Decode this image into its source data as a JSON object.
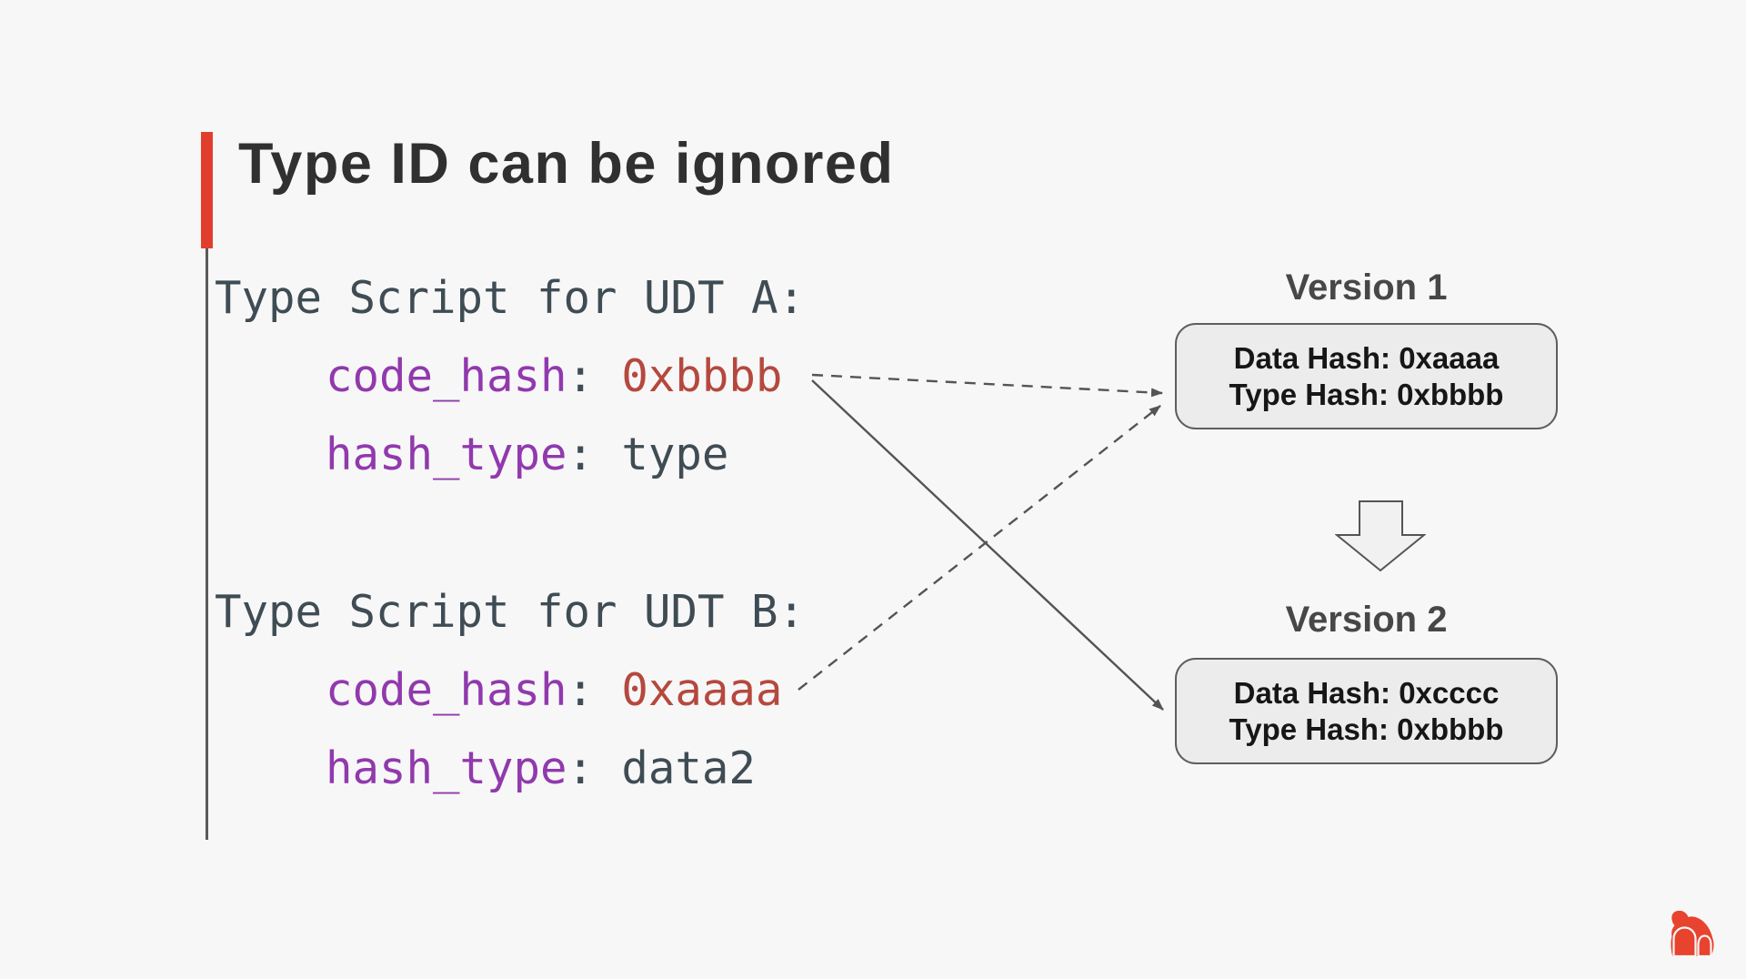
{
  "slide": {
    "title": "Type ID can be ignored"
  },
  "code_blocks": [
    {
      "header": "Type Script for UDT A:",
      "lines": [
        {
          "key": "code_hash",
          "sep": ":",
          "value": "0xbbbb",
          "value_style": "hex"
        },
        {
          "key": "hash_type",
          "sep": ":",
          "value": "type",
          "value_style": "plain"
        }
      ]
    },
    {
      "header": "Type Script for UDT B:",
      "lines": [
        {
          "key": "code_hash",
          "sep": ":",
          "value": "0xaaaa",
          "value_style": "hex"
        },
        {
          "key": "hash_type",
          "sep": ":",
          "value": "data2",
          "value_style": "plain"
        }
      ]
    }
  ],
  "versions": [
    {
      "label": "Version 1",
      "data_hash": "Data Hash: 0xaaaa",
      "type_hash": "Type Hash: 0xbbbb"
    },
    {
      "label": "Version 2",
      "data_hash": "Data Hash: 0xcccc",
      "type_hash": "Type Hash: 0xbbbb"
    }
  ],
  "icons": {
    "down_arrow": "block-down-arrow",
    "logo": "gorilla-mark"
  },
  "colors": {
    "background": "#f7f7f7",
    "accent_red": "#e23e2d",
    "title_text": "#303030",
    "code_text": "#3f4c54",
    "code_key_purple": "#9139ad",
    "code_value_red": "#b5483e",
    "connector_gray": "#545454",
    "box_fill": "#ececec",
    "box_border": "#5e5e5e",
    "box_text": "#161616",
    "version_label": "#474747",
    "logo_red": "#e8432e"
  }
}
